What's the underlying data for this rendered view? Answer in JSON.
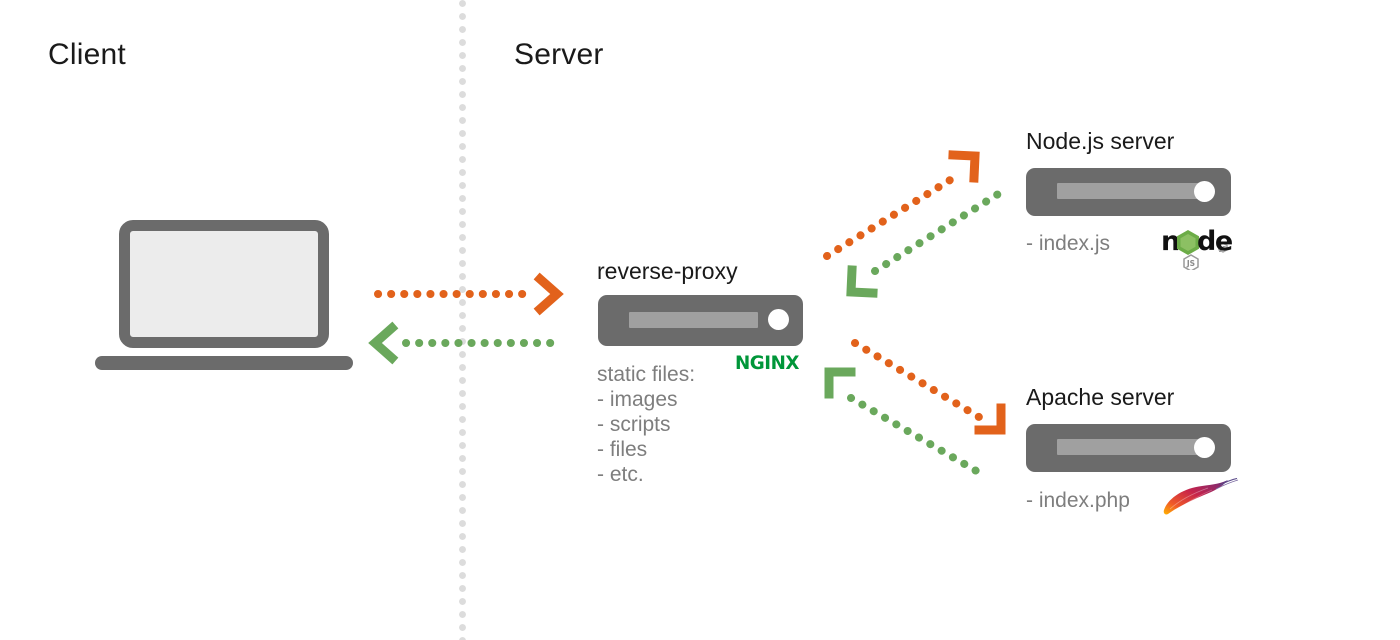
{
  "diagram": {
    "title_client": "Client",
    "title_server": "Server",
    "colors": {
      "request_arrow": "#e2621b",
      "response_arrow": "#6aa85c",
      "hardware_gray": "#6b6b6b",
      "screen_fill": "#ececec",
      "label_gray": "#7e7e7e",
      "divider_gray": "#dcdcdc",
      "nginx_green": "#009639",
      "node_green": "#6cac47",
      "apache_red": "#c6234b",
      "apache_orange": "#f58220"
    }
  },
  "client": {
    "heading": "Client",
    "device": "laptop"
  },
  "server": {
    "heading": "Server"
  },
  "proxy": {
    "label": "reverse-proxy",
    "logo_text": "NGINX",
    "static_heading": "static files:",
    "static_items": [
      "- images",
      "- scripts",
      "- files",
      "- etc."
    ]
  },
  "backends": [
    {
      "title": "Node.js server",
      "file_label": "- index.js",
      "logo_text": "node",
      "logo_badge": "JS"
    },
    {
      "title": "Apache server",
      "file_label": "- index.php",
      "logo_text": "",
      "logo_badge": ""
    }
  ],
  "arrows": [
    {
      "name": "client-to-proxy-request",
      "direction": "right",
      "color": "#e2621b"
    },
    {
      "name": "proxy-to-client-response",
      "direction": "left",
      "color": "#6aa85c"
    },
    {
      "name": "proxy-to-node-request",
      "direction": "up-right",
      "color": "#e2621b"
    },
    {
      "name": "node-to-proxy-response",
      "direction": "down-left",
      "color": "#6aa85c"
    },
    {
      "name": "proxy-to-apache-request",
      "direction": "down-right",
      "color": "#e2621b"
    },
    {
      "name": "apache-to-proxy-response",
      "direction": "up-left",
      "color": "#6aa85c"
    }
  ]
}
